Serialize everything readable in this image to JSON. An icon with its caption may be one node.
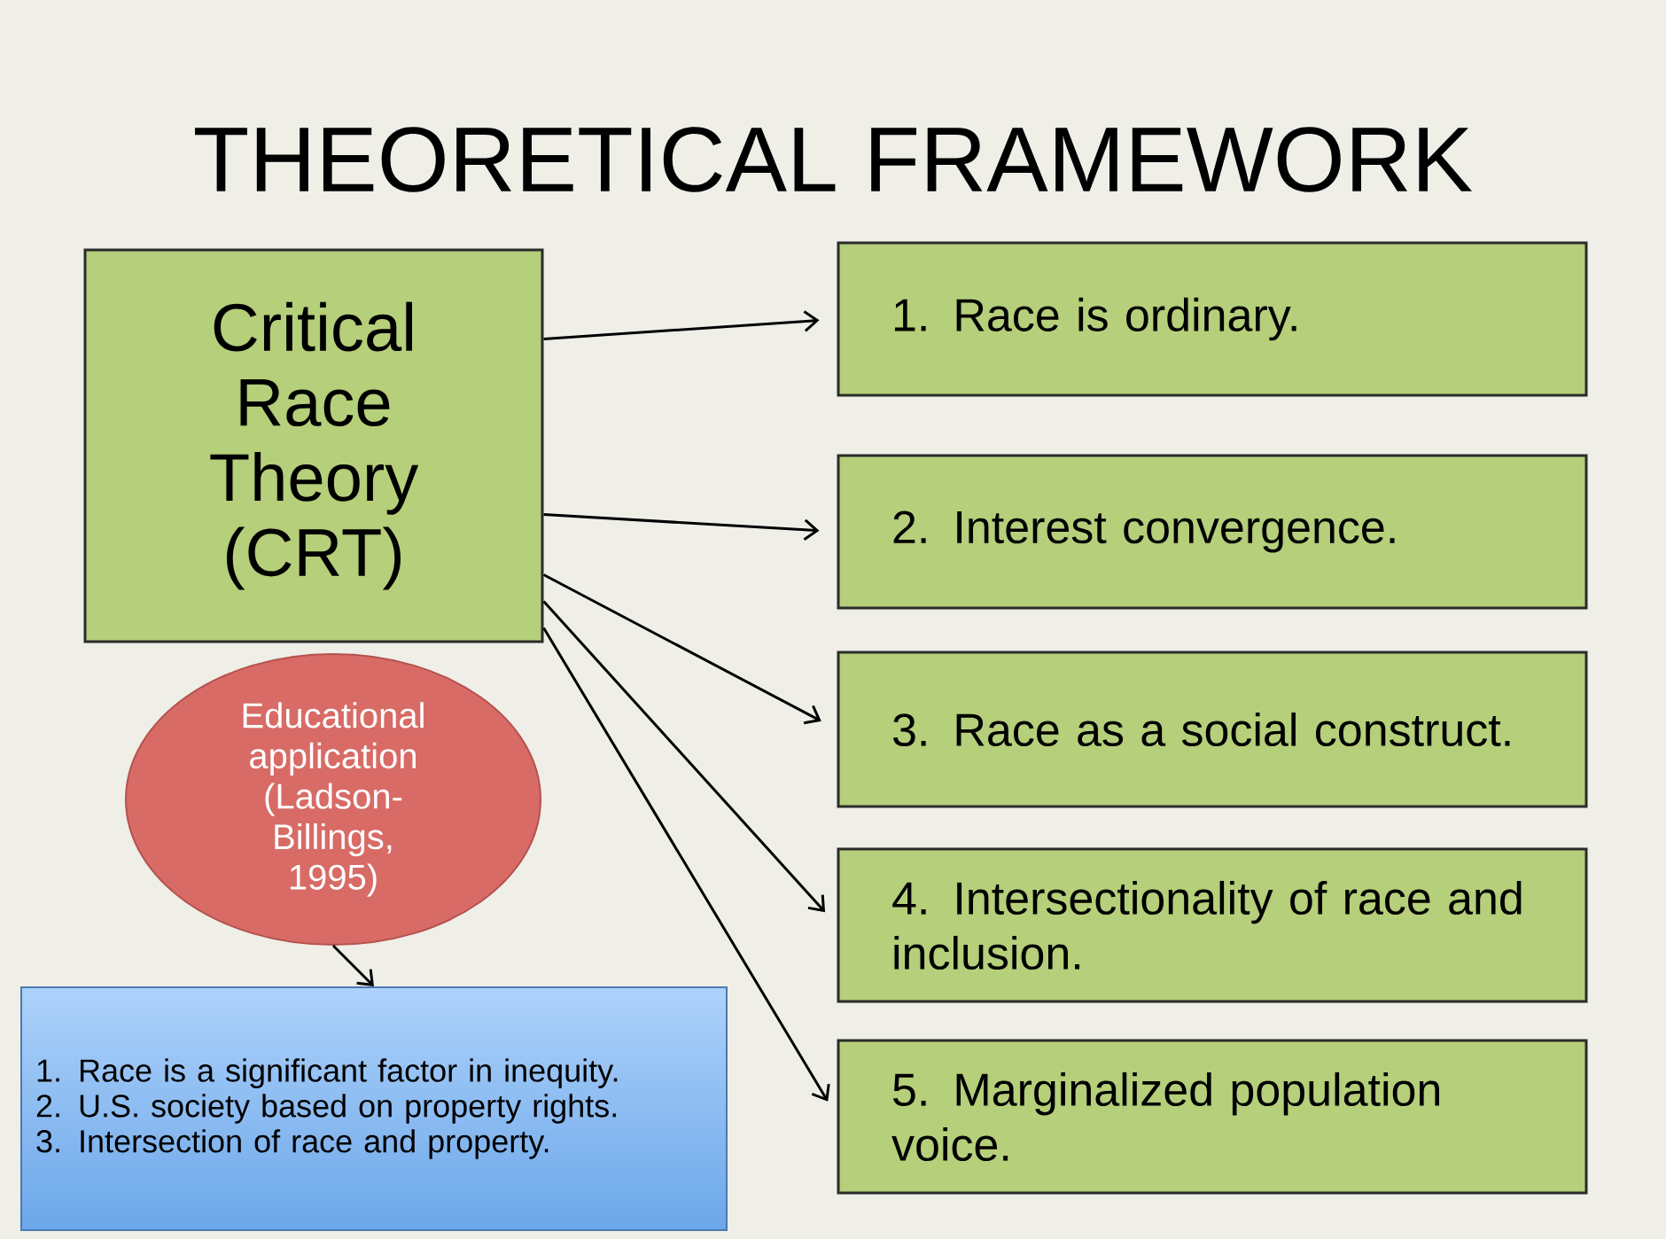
{
  "diagram": {
    "title": "THEORETICAL FRAMEWORK",
    "nodes": [
      {
        "text": [
          "Critical Race Theory (CRT)"
        ]
      },
      {
        "text": [
          "1. Race is ordinary."
        ]
      },
      {
        "text": [
          "2. Interest convergence."
        ]
      },
      {
        "text": [
          "3. Race as a social construct."
        ]
      },
      {
        "text": [
          "4. Intersectionality of race and inclusion."
        ]
      },
      {
        "text": [
          "5.  Marginalized population voice."
        ]
      },
      {
        "text": [
          "Educational application (Ladson-Billings, 1995)"
        ]
      },
      {
        "text": [
          "1. Race is a significant factor in inequity.",
          "2. U.S. society based on property rights.",
          "3. Intersection of race and property."
        ]
      }
    ],
    "edges": [
      {
        "from": 0,
        "to": 1,
        "arrow": "to"
      },
      {
        "from": 0,
        "to": 2,
        "arrow": "to"
      },
      {
        "from": 0,
        "to": 3,
        "arrow": "to"
      },
      {
        "from": 0,
        "to": 4,
        "arrow": "to"
      },
      {
        "from": 0,
        "to": 5,
        "arrow": "to"
      },
      {
        "from": 6,
        "to": 7,
        "arrow": "to"
      }
    ]
  }
}
